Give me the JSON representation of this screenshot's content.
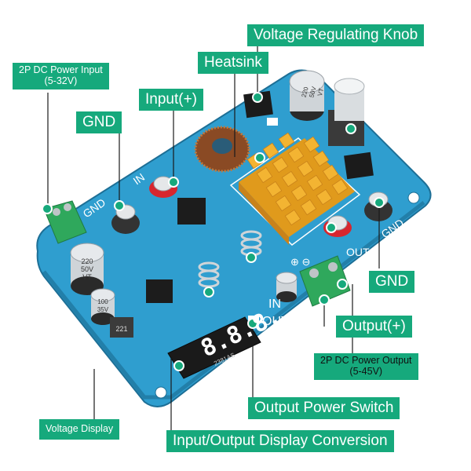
{
  "labels": {
    "dc_input": {
      "line1": "2P DC Power Input",
      "line2": "(5-32V)"
    },
    "gnd_input": "GND",
    "input_plus": "Input(+)",
    "heatsink": "Heatsink",
    "knob": "Voltage Regulating Knob",
    "gnd_output": "GND",
    "output_plus": "Output(+)",
    "dc_output": {
      "line1": "2P DC Power Output",
      "line2": "(5-45V)"
    },
    "output_switch": "Output Power Switch",
    "display_conversion": "Input/Output Display Conversion",
    "voltage_display": "Voltage Display"
  },
  "board_text": {
    "in_top": "IN",
    "gnd_left": "GND",
    "out_right": "OUT",
    "gnd_right": "GND",
    "polarity": "⊕ ⊖",
    "in_switch": "IN",
    "out_switch": "OUT",
    "cap_big": [
      "220",
      "50V",
      "VT"
    ],
    "cap_small": [
      "100",
      "35V"
    ],
    "cap_right": [
      "220",
      "50V",
      "VT"
    ],
    "inductor_code": "221",
    "display_digits": "8.8.8.",
    "display_part": "2381AS"
  },
  "colors": {
    "label_bg": "#16a97c",
    "board": "#2f9ecf",
    "heatsink": "#f3b432",
    "terminal": "#2fa85c"
  }
}
